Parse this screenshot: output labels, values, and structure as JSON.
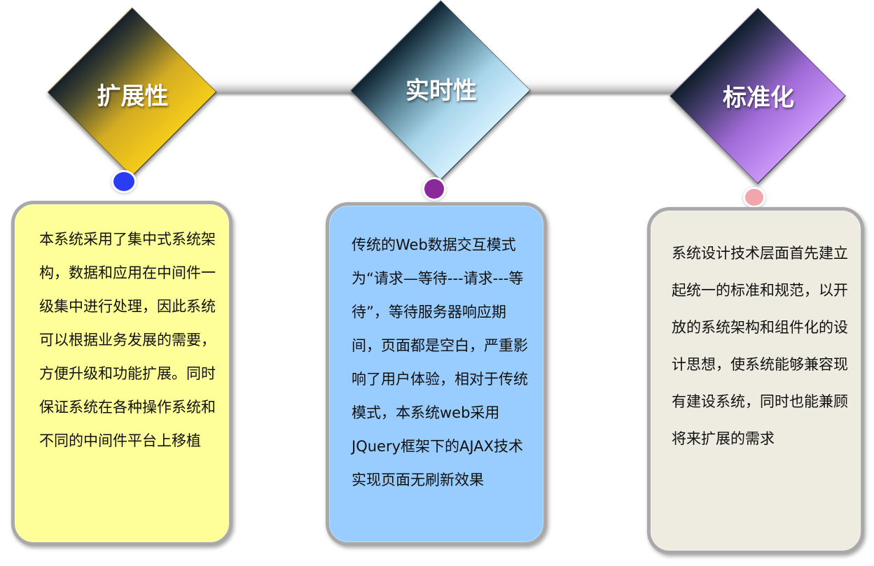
{
  "items": [
    {
      "title": "扩展性",
      "dot_color": "#2a3df5",
      "card_color": "#ffff99",
      "text": "本系统采用了集中式系统架构，数据和应用在中间件一级集中进行处理，因此系统可以根据业务发展的需要，方便升级和功能扩展。同时保证系统在各种操作系统和不同的中间件平台上移植"
    },
    {
      "title": "实时性",
      "dot_color": "#8a2a9a",
      "card_color": "#99ccff",
      "text": "传统的Web数据交互模式为“请求—等待---请求---等待”，等待服务器响应期间，页面都是空白，严重影响了用户体验，相对于传统模式，本系统web采用JQuery框架下的AJAX技术实现页面无刷新效果"
    },
    {
      "title": "标准化",
      "dot_color": "#f2a5ad",
      "card_color": "#eeece1",
      "text": "系统设计技术层面首先建立起统一的标准和规范，以开放的系统架构和组件化的设计思想，使系统能够兼容现有建设系统，同时也能兼顾将来扩展的需求"
    }
  ]
}
